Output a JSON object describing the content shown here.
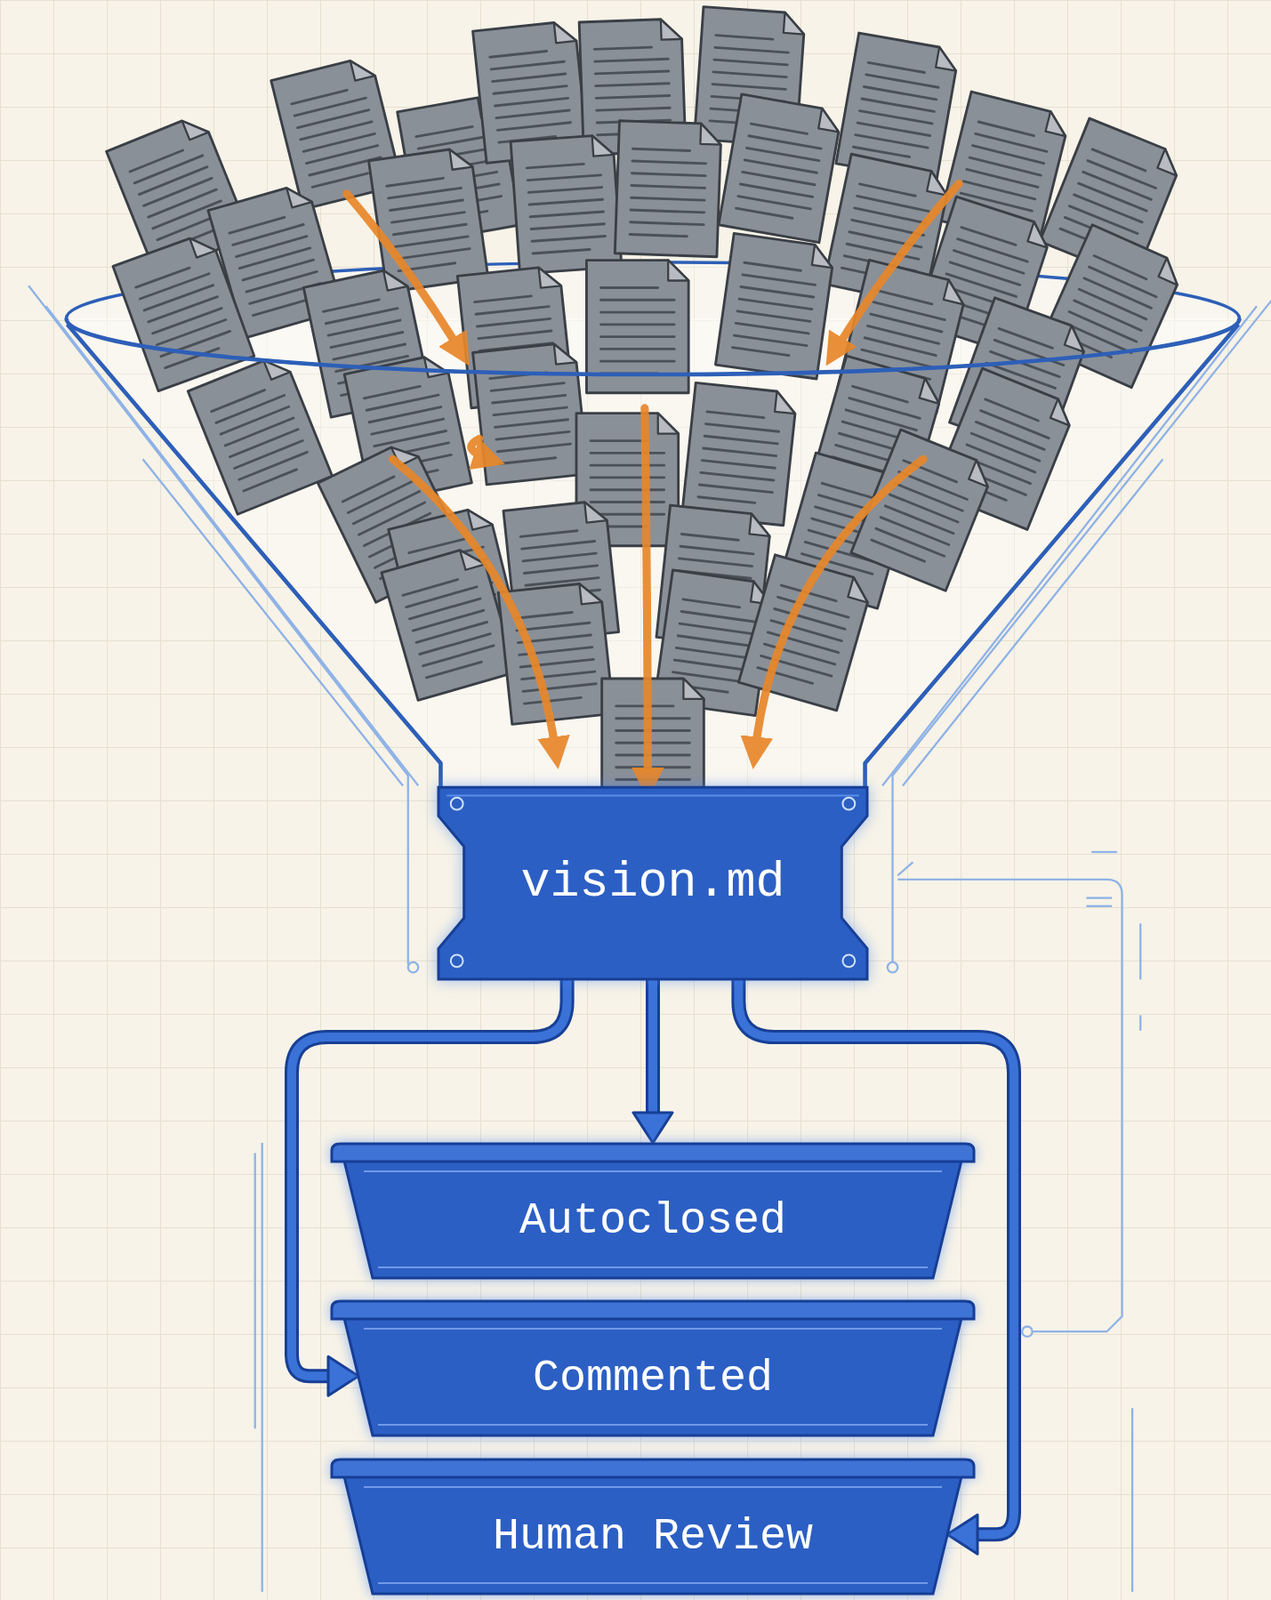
{
  "diagram": {
    "nodes": [
      {
        "text": [
          "vision.md"
        ]
      },
      {
        "text": [
          "Autoclosed"
        ]
      },
      {
        "text": [
          "Commented"
        ]
      },
      {
        "text": [
          "Human Review"
        ]
      }
    ],
    "edges": [
      {
        "from": 0,
        "to": 1,
        "arrow": "to"
      },
      {
        "from": 0,
        "to": 2,
        "arrow": "to"
      },
      {
        "from": 0,
        "to": 3,
        "arrow": "to"
      }
    ]
  }
}
